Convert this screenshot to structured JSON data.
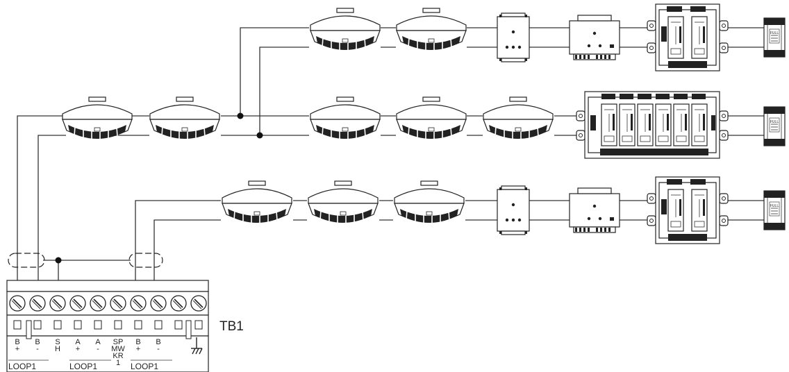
{
  "terminal_block": {
    "label": "TB1",
    "terminals": [
      {
        "top": "B",
        "bottom": "+"
      },
      {
        "top": "B",
        "bottom": "-"
      },
      {
        "top": "S",
        "bottom": "H"
      },
      {
        "top": "A",
        "bottom": "+"
      },
      {
        "top": "A",
        "bottom": "-"
      },
      {
        "top": "SP",
        "bottom": "MW",
        "extra1": "KR",
        "extra2": "1"
      },
      {
        "top": "B",
        "bottom": "+"
      },
      {
        "top": "B",
        "bottom": "-"
      },
      {
        "top": "",
        "bottom": ""
      },
      {
        "top": "",
        "bottom": ""
      }
    ],
    "groups": [
      {
        "label": "LOOP1"
      },
      {
        "label": "LOOP1"
      },
      {
        "label": "LOOP1"
      }
    ]
  },
  "devices": {
    "battery_label": "FULL"
  }
}
